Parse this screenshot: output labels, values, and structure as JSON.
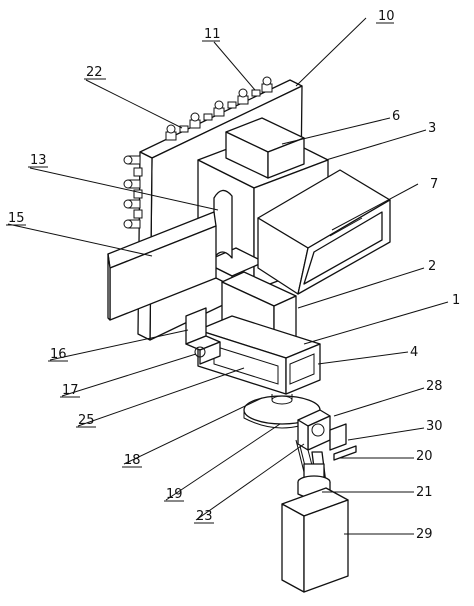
{
  "labels": {
    "l1": "1",
    "l2": "2",
    "l3": "3",
    "l4": "4",
    "l6": "6",
    "l7": "7",
    "l10": "10",
    "l11": "11",
    "l13": "13",
    "l15": "15",
    "l16": "16",
    "l17": "17",
    "l18": "18",
    "l19": "19",
    "l20": "20",
    "l21": "21",
    "l22": "22",
    "l23": "23",
    "l25": "25",
    "l28": "28",
    "l29": "29",
    "l30": "30"
  }
}
